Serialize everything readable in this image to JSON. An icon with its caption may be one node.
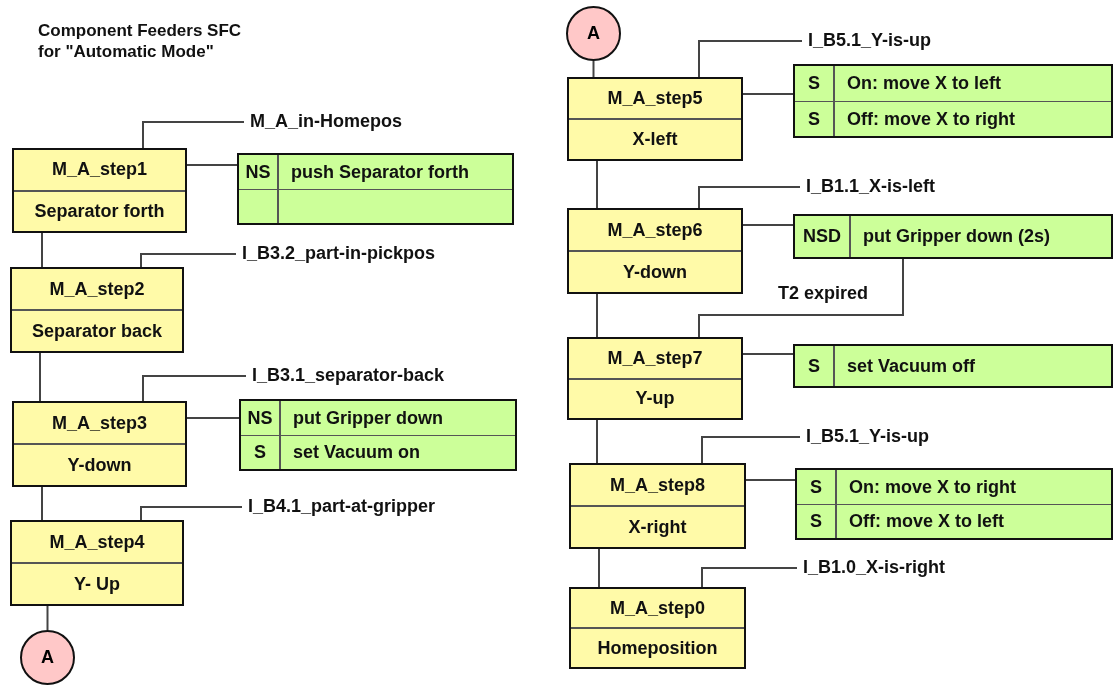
{
  "diagram": {
    "title": "Component Feeders SFC for \"Automatic Mode\"",
    "nodes": [
      {
        "text": [
          "M_A_in-Homepos"
        ]
      },
      {
        "text": [
          "M_A_step1",
          "Separator forth"
        ]
      },
      {
        "text": [
          "NS",
          "push Separator forth"
        ]
      },
      {
        "text": [
          "I_B3.2_part-in-pickpos"
        ]
      },
      {
        "text": [
          "M_A_step2",
          "Separator back"
        ]
      },
      {
        "text": [
          "I_B3.1_separator-back"
        ]
      },
      {
        "text": [
          "M_A_step3",
          "Y-down"
        ]
      },
      {
        "text": [
          "NS",
          "put Gripper down",
          "S",
          "set Vacuum on"
        ]
      },
      {
        "text": [
          "I_B4.1_part-at-gripper"
        ]
      },
      {
        "text": [
          "M_A_step4",
          "Y- Up"
        ]
      },
      {
        "text": [
          "A"
        ]
      },
      {
        "text": [
          "A"
        ]
      },
      {
        "text": [
          "I_B5.1_Y-is-up"
        ]
      },
      {
        "text": [
          "M_A_step5",
          "X-left"
        ]
      },
      {
        "text": [
          "S",
          "On: move X to left",
          "S",
          "Off: move X to right"
        ]
      },
      {
        "text": [
          "I_B1.1_X-is-left"
        ]
      },
      {
        "text": [
          "M_A_step6",
          "Y-down"
        ]
      },
      {
        "text": [
          "NSD",
          "put Gripper down (2s)"
        ]
      },
      {
        "text": [
          "M_A_step7",
          "Y-up"
        ]
      },
      {
        "text": [
          "S",
          "set Vacuum off"
        ]
      },
      {
        "text": [
          "I_B5.1_Y-is-up"
        ]
      },
      {
        "text": [
          "M_A_step8",
          "X-right"
        ]
      },
      {
        "text": [
          "S",
          "On: move X to right",
          "S",
          "Off: move X to left"
        ]
      },
      {
        "text": [
          "I_B1.0_X-is-right"
        ]
      },
      {
        "text": [
          "M_A_step0",
          "Homeposition"
        ]
      }
    ],
    "edges": [
      {
        "from": 0,
        "to": 1,
        "arrow": "none"
      },
      {
        "from": 1,
        "to": 2,
        "arrow": "none"
      },
      {
        "from": 1,
        "to": 4,
        "arrow": "none"
      },
      {
        "from": 3,
        "to": 4,
        "arrow": "none"
      },
      {
        "from": 4,
        "to": 6,
        "arrow": "none"
      },
      {
        "from": 5,
        "to": 6,
        "arrow": "none"
      },
      {
        "from": 6,
        "to": 7,
        "arrow": "none"
      },
      {
        "from": 6,
        "to": 9,
        "arrow": "none"
      },
      {
        "from": 8,
        "to": 9,
        "arrow": "none"
      },
      {
        "from": 9,
        "to": 10,
        "arrow": "none"
      },
      {
        "from": 11,
        "to": 13,
        "arrow": "none"
      },
      {
        "from": 12,
        "to": 13,
        "arrow": "none"
      },
      {
        "from": 13,
        "to": 14,
        "arrow": "none"
      },
      {
        "from": 13,
        "to": 16,
        "arrow": "none"
      },
      {
        "from": 15,
        "to": 16,
        "arrow": "none"
      },
      {
        "from": 16,
        "to": 17,
        "arrow": "none"
      },
      {
        "from": 17,
        "to": 18,
        "arrow": "none",
        "label": "T2 expired"
      },
      {
        "from": 16,
        "to": 18,
        "arrow": "none"
      },
      {
        "from": 18,
        "to": 19,
        "arrow": "none"
      },
      {
        "from": 18,
        "to": 21,
        "arrow": "none"
      },
      {
        "from": 20,
        "to": 21,
        "arrow": "none"
      },
      {
        "from": 21,
        "to": 22,
        "arrow": "none"
      },
      {
        "from": 21,
        "to": 24,
        "arrow": "none"
      },
      {
        "from": 23,
        "to": 24,
        "arrow": "none"
      }
    ]
  }
}
